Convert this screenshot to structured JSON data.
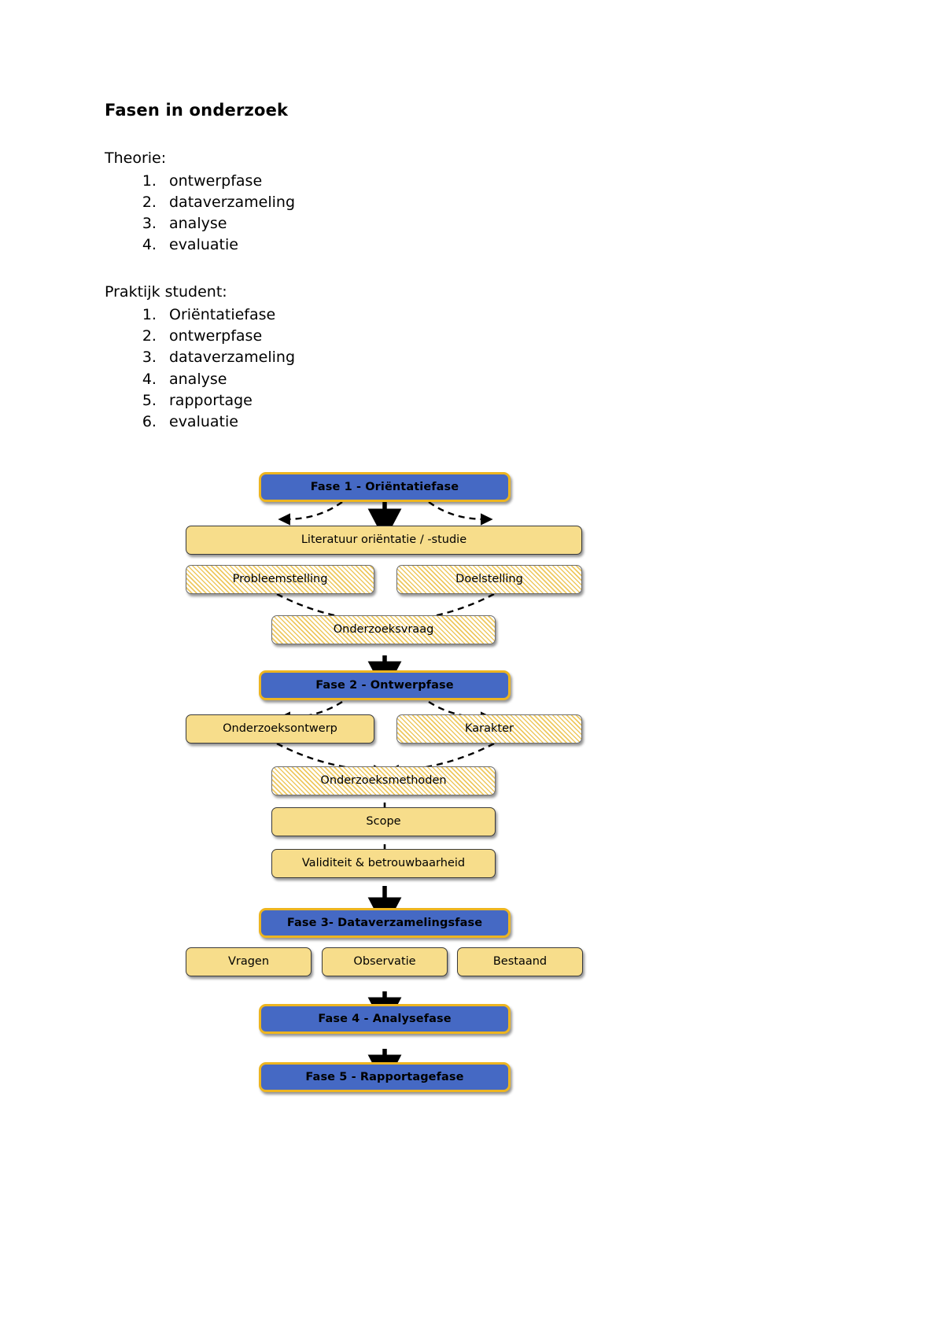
{
  "document": {
    "title": "Fasen in onderzoek",
    "sections": [
      {
        "label": "Theorie:",
        "items": [
          "ontwerpfase",
          "dataverzameling",
          "analyse",
          "evaluatie"
        ]
      },
      {
        "label": "Praktijk student:",
        "items": [
          "Oriëntatiefase",
          "ontwerpfase",
          "dataverzameling",
          "analyse",
          "rapportage",
          "evaluatie"
        ]
      }
    ]
  },
  "diagram": {
    "colors": {
      "phase_fill": "#4569c4",
      "phase_border": "#edb520",
      "solid_fill": "#f7dd8b",
      "hatch_stripe": "#eec85f",
      "box_border": "#3a3a3a",
      "arrow": "#000000"
    },
    "nodes": [
      {
        "id": "fase1",
        "label": "Fase 1 - Oriëntatiefase",
        "style": "phase"
      },
      {
        "id": "literatuur",
        "label": "Literatuur oriëntatie / -studie",
        "style": "solid"
      },
      {
        "id": "probleemstelling",
        "label": "Probleemstelling",
        "style": "hatch"
      },
      {
        "id": "doelstelling",
        "label": "Doelstelling",
        "style": "hatch"
      },
      {
        "id": "onderzoeksvraag",
        "label": "Onderzoeksvraag",
        "style": "hatch"
      },
      {
        "id": "fase2",
        "label": "Fase 2 - Ontwerpfase",
        "style": "phase"
      },
      {
        "id": "onderzoeksontwerp",
        "label": "Onderzoeksontwerp",
        "style": "solid"
      },
      {
        "id": "karakter",
        "label": "Karakter",
        "style": "hatch"
      },
      {
        "id": "onderzoeksmethoden",
        "label": "Onderzoeksmethoden",
        "style": "hatch"
      },
      {
        "id": "scope",
        "label": "Scope",
        "style": "solid"
      },
      {
        "id": "validiteit",
        "label": "Validiteit & betrouwbaarheid",
        "style": "solid"
      },
      {
        "id": "fase3",
        "label": "Fase 3- Dataverzamelingsfase",
        "style": "phase"
      },
      {
        "id": "vragen",
        "label": "Vragen",
        "style": "solid"
      },
      {
        "id": "observatie",
        "label": "Observatie",
        "style": "solid"
      },
      {
        "id": "bestaand",
        "label": "Bestaand",
        "style": "solid"
      },
      {
        "id": "fase4",
        "label": "Fase 4 - Analysefase",
        "style": "phase"
      },
      {
        "id": "fase5",
        "label": "Fase 5 - Rapportagefase",
        "style": "phase"
      }
    ]
  }
}
